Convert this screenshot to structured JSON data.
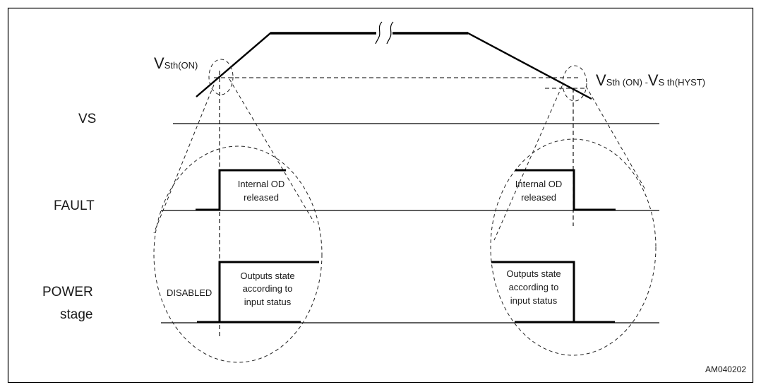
{
  "figure": {
    "id_label": "AM040202",
    "signals": {
      "vs": "VS",
      "fault": "FAULT",
      "power_line1": "POWER",
      "power_line2": "stage"
    },
    "thresholds": {
      "on": {
        "v": "V",
        "sub": "Sth(ON)"
      },
      "off": {
        "v1": "V",
        "sub1": "Sth (ON) -",
        "v2": "V",
        "sub2": "S th(HYST)"
      }
    },
    "annotations": {
      "fault_left": [
        "Internal OD",
        "released"
      ],
      "fault_right": [
        "Internal OD",
        "released"
      ],
      "power_left": [
        "Outputs state",
        "according to",
        "input status"
      ],
      "power_right": [
        "Outputs state",
        "according to",
        "input status"
      ],
      "disabled": "DISABLED"
    }
  }
}
